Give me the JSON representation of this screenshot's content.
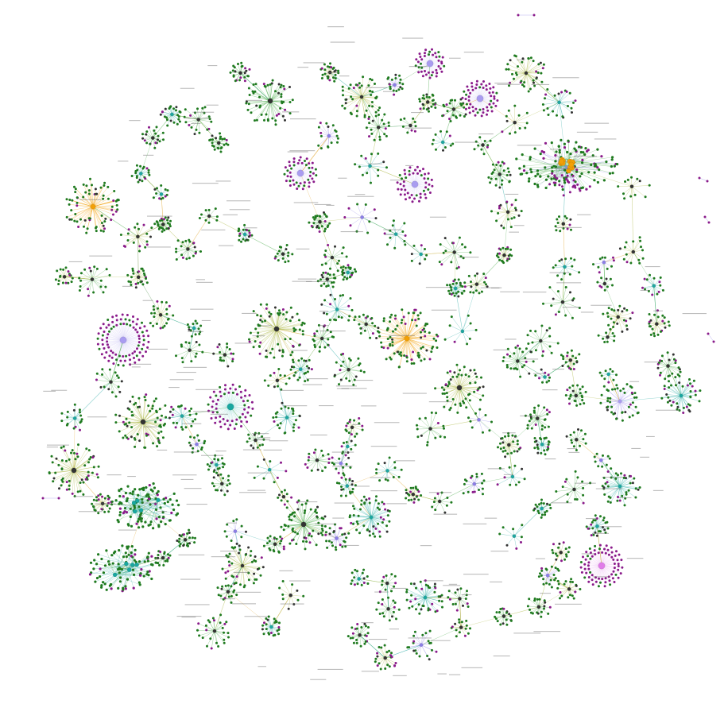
{
  "figure": {
    "kind": "force-directed network graph",
    "labels_legible": false
  },
  "colors": {
    "background": "#ffffff",
    "leaf_green": "#1f7a1f",
    "leaf_purple": "#8a1a8a",
    "leaf_dark": "#333333",
    "edge_green": "#3aa43a",
    "edge_olive": "#a8b43a",
    "edge_teal": "#1fa6a0",
    "edge_lavender": "#8c7ee6",
    "edge_orange": "#e0a020",
    "hub_orange": "#f2a007",
    "hub_lavender": "#a99cf0",
    "hub_teal": "#1aa7a0",
    "hub_magenta": "#e07ce8",
    "halo_purple": "#8a1a8a"
  },
  "icons": {
    "node": "dot",
    "hub": "circle",
    "edge": "line"
  }
}
